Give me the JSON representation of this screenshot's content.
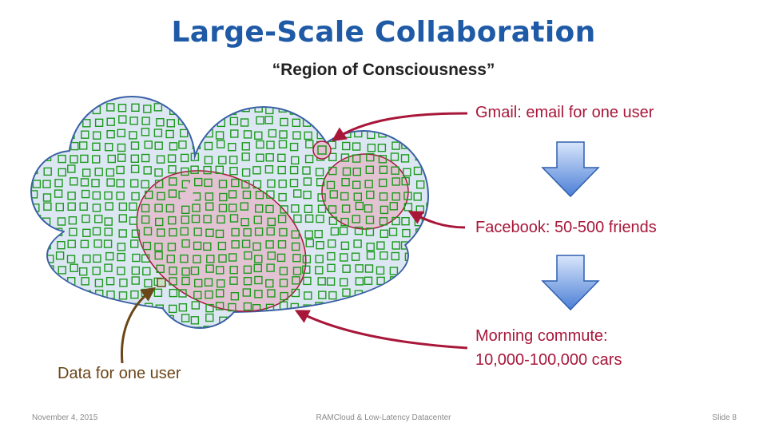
{
  "slide": {
    "title": "Large-Scale Collaboration",
    "subtitle": "“Region of Consciousness”",
    "labels": {
      "gmail": "Gmail: email for one user",
      "facebook": "Facebook: 50-500 friends",
      "commute_line1": "Morning commute:",
      "commute_line2": "10,000-100,000 cars",
      "one_user": "Data for one user"
    },
    "footer": {
      "date": "November 4, 2015",
      "center": "RAMCloud & Low-Latency Datacenter",
      "slide_number": "Slide 8"
    }
  },
  "colors": {
    "title": "#1f5aa6",
    "cloud_fill": "#dde7f4",
    "cloud_stroke": "#3a5fa5",
    "square_stroke": "#1d9a1d",
    "region_fill": "#e3c3d3",
    "region_stroke": "#a8173a",
    "arrow_red": "#a8173a",
    "arrow_brown": "#6b4618",
    "down_arrow_light": "#d9e6fb",
    "down_arrow_dark": "#4b7fd6"
  }
}
